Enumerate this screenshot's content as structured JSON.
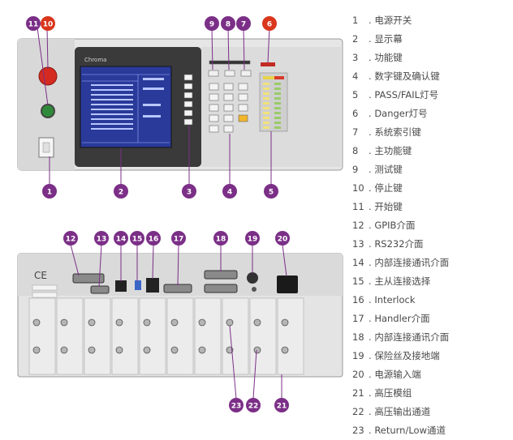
{
  "legend": [
    "电源开关",
    "显示幕",
    "功能键",
    "数字键及确认键",
    "PASS/FAIL灯号",
    "Danger灯号",
    "系统索引键",
    "主功能键",
    "测试键",
    "停止键",
    "开始键",
    "GPIB介面",
    "RS232介面",
    "内部连接通讯介面",
    "主从连接选择",
    "Interlock",
    "Handler介面",
    "内部连接通讯介面",
    "保险丝及接地端",
    "电源输入端",
    "高压模组",
    "高压输出通道",
    "Return/Low通道"
  ],
  "callouts": [
    "1",
    "2",
    "3",
    "4",
    "5",
    "6",
    "7",
    "8",
    "9",
    "10",
    "11",
    "12",
    "13",
    "14",
    "15",
    "16",
    "17",
    "18",
    "19",
    "20",
    "21",
    "22",
    "23"
  ],
  "device_labels": {
    "brand": "Chroma",
    "safety_mark": "CE"
  },
  "colors": {
    "callout": "#7b2f87",
    "callout_red": "#d9361c",
    "legend_text": "#4a4a4a",
    "panel": "#d9d9d9",
    "screen": "#2a3a9a",
    "lamp_yellow": "#f2d44a",
    "stop_red": "#d42a20",
    "start_green": "#2e8a3a"
  }
}
